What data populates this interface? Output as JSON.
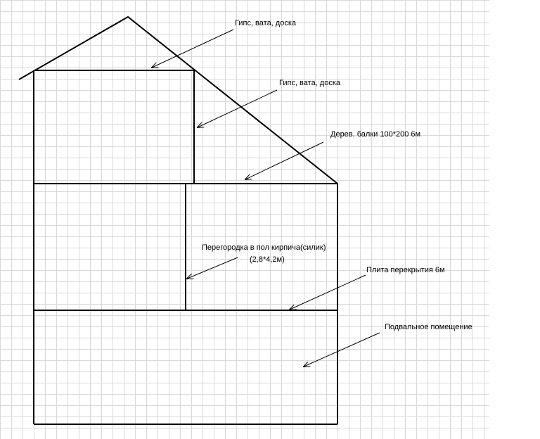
{
  "colors": {
    "line": "#000000",
    "grid": "#d9d9d9",
    "background": "#ffffff"
  },
  "labels": {
    "attic_ceiling": "Гипс, вата, доска",
    "attic_wall": "Гипс,  вата, доска",
    "beams": "Дерев. балки 100*200 6м",
    "partition_line1": "Перегородка в пол кирпича(силик)",
    "partition_line2": "(2,8*4,2м)",
    "slab": "Плита перекрытия 6м",
    "basement": "Подвальное помещение"
  }
}
